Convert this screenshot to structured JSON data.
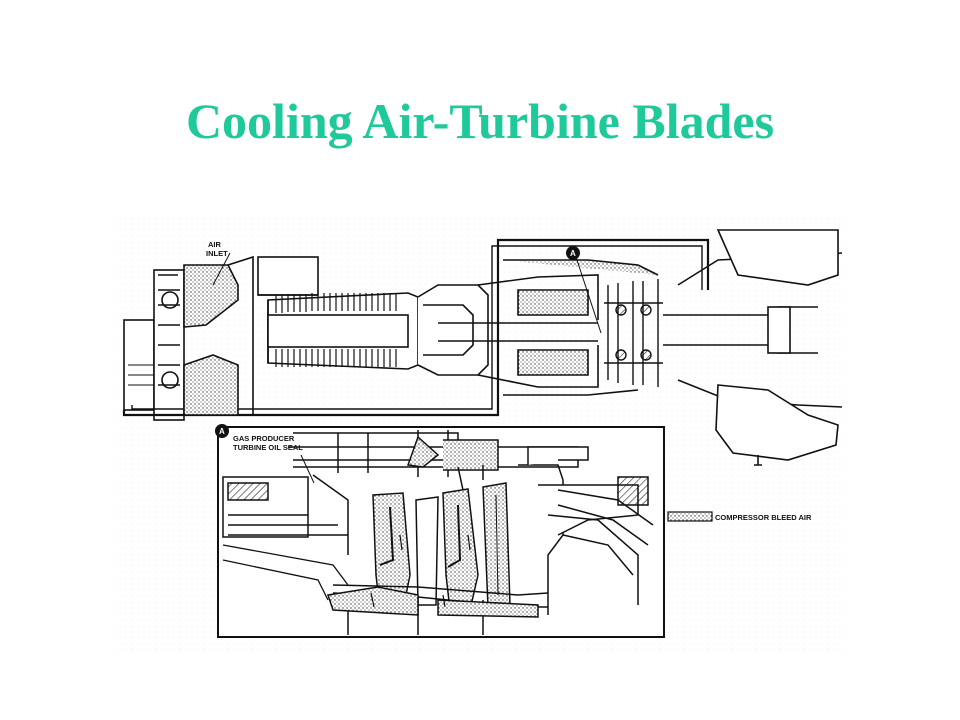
{
  "slide": {
    "title": "Cooling Air-Turbine Blades"
  },
  "diagram": {
    "labels": {
      "air_inlet_line1": "AIR",
      "air_inlet_line2": "INLET",
      "callout_top": "A",
      "callout_detail": "A",
      "seal_line1": "GAS PRODUCER",
      "seal_line2": "TURBINE OIL SEAL",
      "legend": "COMPRESSOR BLEED AIR"
    },
    "colors": {
      "title": "#1fc99a",
      "ink": "#111111",
      "stipple": "#9a9a9a"
    }
  }
}
